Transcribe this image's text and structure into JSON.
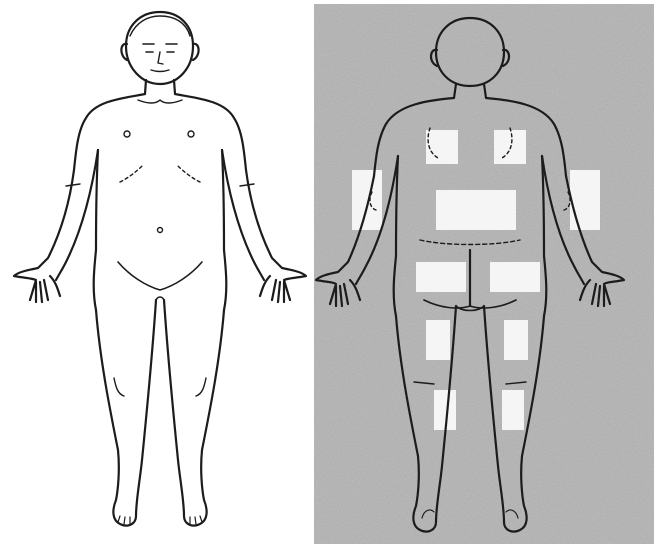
{
  "figures": [
    {
      "id": "front",
      "view": "anterior"
    },
    {
      "id": "back",
      "view": "posterior",
      "shading": "stippled-gray"
    }
  ],
  "colors": {
    "line": "#1c1c1c",
    "shade": "#a9a9a9",
    "background": "#ffffff"
  }
}
